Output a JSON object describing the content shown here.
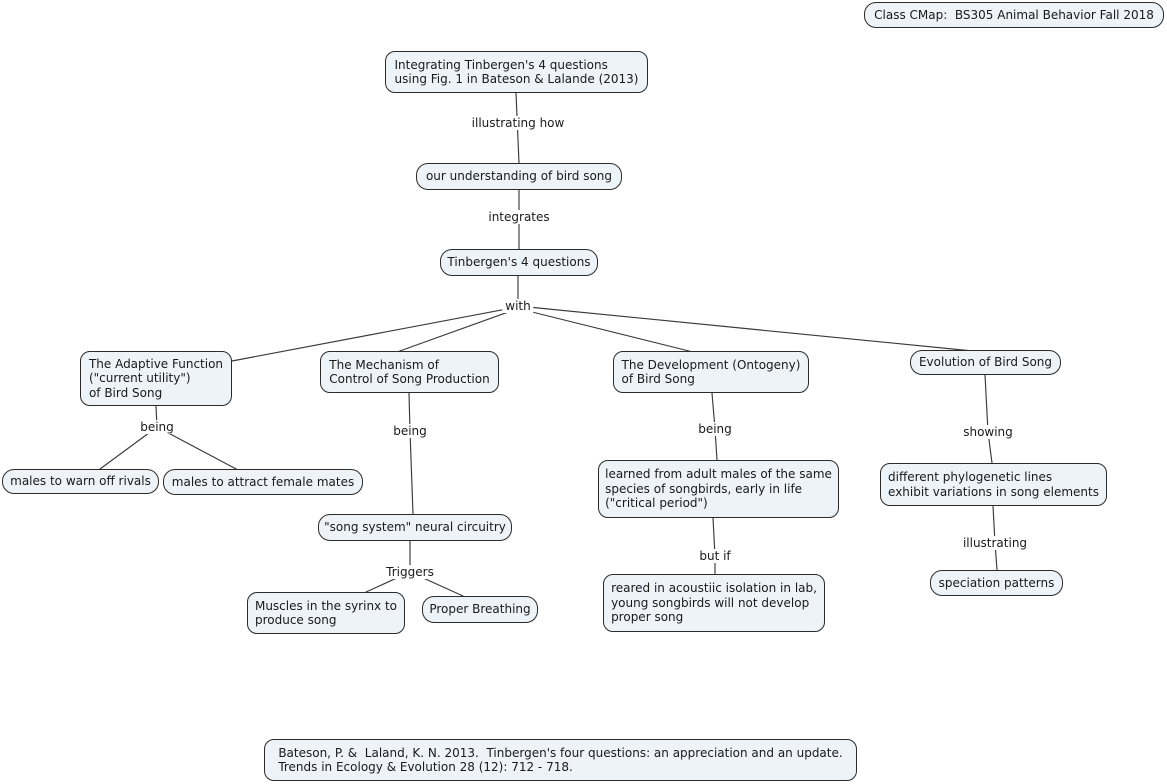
{
  "colors": {
    "node_fill": "#edf3f7",
    "node_border": "#2b2b2b",
    "text": "#1a1a1a",
    "line": "#3a3a3a",
    "background": "#ffffff"
  },
  "header_box": {
    "text": "Class CMap:  BS305 Animal Behavior Fall 2018"
  },
  "nodes": {
    "integrating": {
      "text": "Integrating Tinbergen's 4 questions\nusing Fig. 1 in Bateson & Lalande (2013)"
    },
    "understanding": {
      "text": "our understanding of bird song"
    },
    "four_questions": {
      "text": "Tinbergen's 4 questions"
    },
    "adaptive": {
      "text": "The Adaptive Function\n(\"current utility\")\nof Bird Song"
    },
    "mechanism": {
      "text": "The Mechanism of\nControl of Song Production"
    },
    "development": {
      "text": "The Development (Ontogeny)\nof Bird Song"
    },
    "evolution": {
      "text": "Evolution of Bird Song"
    },
    "warn_rivals": {
      "text": "males to warn off rivals"
    },
    "attract_mates": {
      "text": "males to attract female mates"
    },
    "song_system": {
      "text": "\"song system\" neural circuitry"
    },
    "muscles": {
      "text": "Muscles in the syrinx to\nproduce song"
    },
    "breathing": {
      "text": "Proper Breathing"
    },
    "learned": {
      "text": "learned from adult males of the same\nspecies of songbirds, early in life\n(\"critical period\")"
    },
    "reared": {
      "text": "reared in acoustiic isolation in lab,\nyoung songbirds will not develop\nproper song"
    },
    "phylogenetic": {
      "text": "different phylogenetic lines\nexhibit variations in song elements"
    },
    "speciation": {
      "text": "speciation patterns"
    }
  },
  "link_labels": {
    "illustrating_how": "illustrating how",
    "integrates": "integrates",
    "with": "with",
    "being_adaptive": "being",
    "being_mechanism": "being",
    "being_development": "being",
    "showing": "showing",
    "triggers": "Triggers",
    "but_if": "but if",
    "illustrating": "illustrating"
  },
  "citation_box": {
    "text": "Bateson, P. &  Laland, K. N. 2013.  Tinbergen's four questions: an appreciation and an update.\nTrends in Ecology & Evolution 28 (12): 712 - 718."
  }
}
